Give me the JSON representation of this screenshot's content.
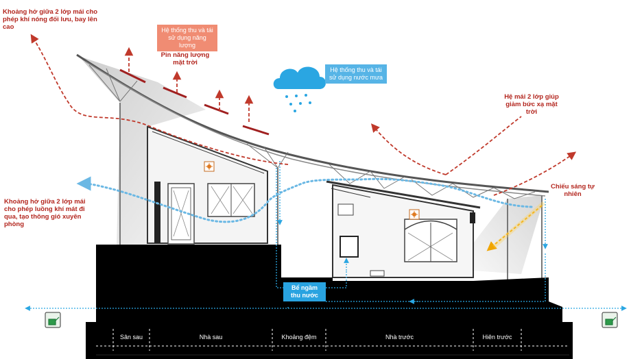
{
  "labels": {
    "hot_air_gap": "Khoảng hở giữa 2 lớp mái cho phép khí nóng đối lưu, bay lên cao",
    "solar_box": "Hệ thống thu và tái sử dụng năng lượng",
    "solar_panel": "Pin năng lượng mặt trời",
    "rain_box": "Hệ thống thu và tái sử dụng nước mưa",
    "double_roof": "Hệ mái 2 lớp giúp giảm bức xạ mặt trời",
    "natural_light": "Chiếu sáng tự nhiên",
    "cool_air_gap": "Khoảng hở giữa 2 lớp mái cho phép luồng khí mát đi qua, tạo thông gió xuyên phòng",
    "tank": "Bể ngầm thu nước"
  },
  "zones": [
    "Sân sau",
    "Nhà sau",
    "Khoảng đệm",
    "Nhà trước",
    "Hiên trước"
  ],
  "colors": {
    "red_text": "#b3261e",
    "orange_box": "#f08c73",
    "blue_box": "#56b4e6",
    "tank": "#29a3e0",
    "hot_flow": "#c0392b",
    "cool_flow": "#6bb8e4",
    "ground": "#000000"
  },
  "icons": [
    "sun-icon",
    "cloud-rain-icon",
    "watering-can-icon"
  ]
}
